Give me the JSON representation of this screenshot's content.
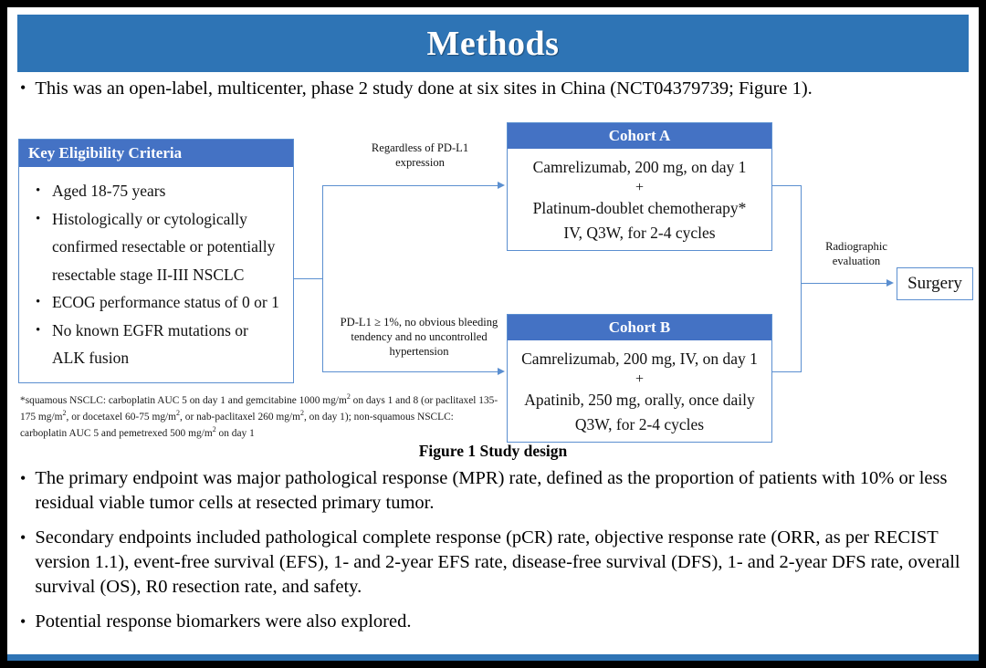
{
  "slide": {
    "title": "Methods",
    "lead_bullet": "This was an open-label, multicenter, phase 2 study done at six sites in China (NCT04379739; Figure 1).",
    "figure_caption": "Figure 1 Study design",
    "bullet_marker": "•",
    "colors": {
      "title_banner": "#2E74B5",
      "box_header": "#4472C4",
      "box_border": "#5B8FD0",
      "frame": "#000000",
      "page_background": "#FFFFFF"
    }
  },
  "diagram": {
    "eligibility": {
      "header": "Key  Eligibility Criteria",
      "criteria": [
        "Aged 18-75 years",
        "Histologically or cytologically confirmed resectable or potentially resectable stage II-III  NSCLC",
        "ECOG performance status of 0 or 1",
        "No known EGFR mutations or ALK fusion"
      ]
    },
    "footnote": "*squamous NSCLC: carboplatin AUC 5 on day 1 and gemcitabine 1000 mg/m2 on days 1 and 8 (or paclitaxel 135-175 mg/m2, or docetaxel 60-75 mg/m2, or nab-paclitaxel 260 mg/m2, on day 1); non-squamous NSCLC: carboplatin AUC 5 and pemetrexed 500 mg/m2 on day 1",
    "cohort_a": {
      "header": "Cohort A",
      "lines": [
        "Camrelizumab, 200 mg, on day 1",
        "+",
        "Platinum-doublet chemotherapy*",
        "IV, Q3W, for 2-4 cycles"
      ]
    },
    "cohort_b": {
      "header": "Cohort B",
      "lines": [
        "Camrelizumab, 200 mg, IV, on day 1",
        "+",
        "Apatinib, 250 mg, orally, once daily",
        "Q3W, for 2-4 cycles"
      ]
    },
    "label_top": "Regardless of PD-L1 expression",
    "label_bottom": "PD-L1 ≥ 1%, no obvious bleeding tendency and no uncontrolled hypertension",
    "label_radiographic": "Radiographic evaluation",
    "surgery": "Surgery"
  },
  "endpoints": [
    "The primary endpoint was major pathological response (MPR) rate, defined as the proportion of patients with 10% or less residual viable tumor cells at resected primary tumor.",
    "Secondary endpoints included pathological complete response (pCR) rate, objective response rate (ORR, as per RECIST version 1.1), event-free survival (EFS), 1- and 2-year EFS rate, disease-free survival (DFS), 1- and 2-year DFS rate, overall survival (OS), R0 resection rate, and safety.",
    "Potential response biomarkers were also explored."
  ]
}
